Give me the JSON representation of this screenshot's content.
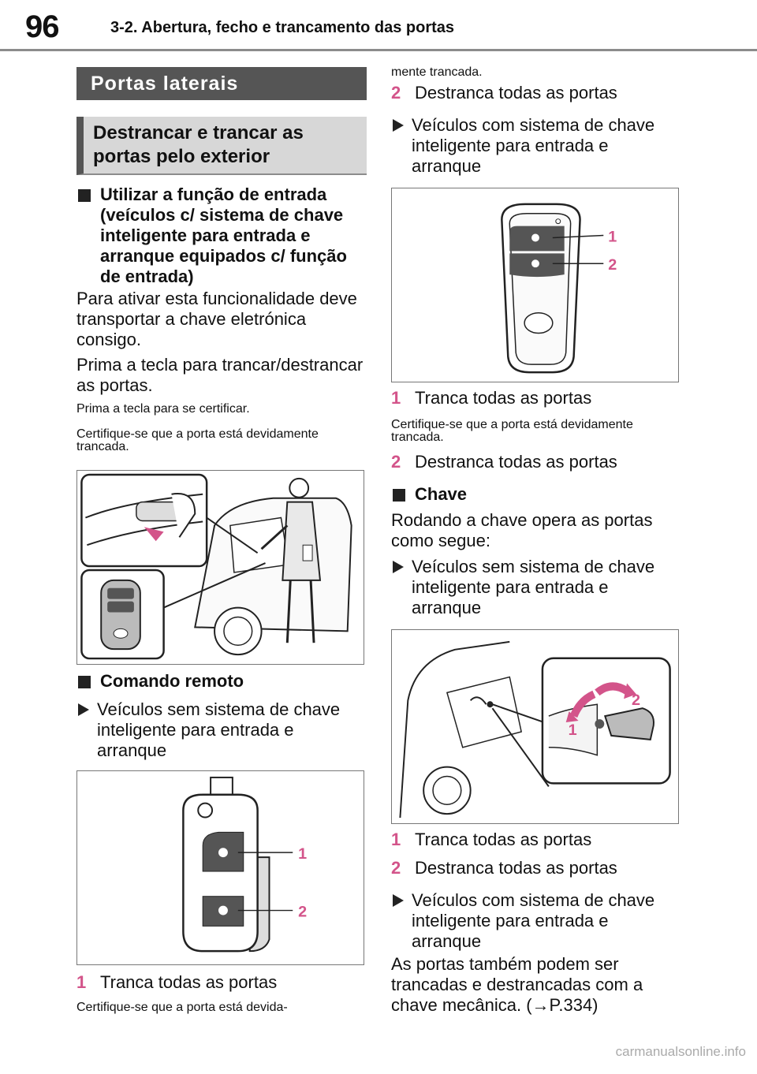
{
  "header": {
    "page_number": "96",
    "title": "3-2. Abertura, fecho e trancamento das portas"
  },
  "left": {
    "section_title": "Portas laterais",
    "subsection_title": "Destrancar e trancar as portas pelo exterior",
    "entry_heading": "Utilizar a função de entrada (veículos c/ sistema de chave inteligente para entrada e arranque equipados c/ função de entrada)",
    "para1": "Para ativar esta funcionalidade deve transportar a chave eletrónica consigo.",
    "para2": "Prima a tecla para trancar/destrancar as portas.",
    "small1": "Prima a tecla para se certificar.",
    "small2": "Certifique-se que a porta está devidamente trancada.",
    "remote_heading": "Comando remoto",
    "bullet_no_smart": "Veículos sem sistema de chave inteligente para entrada e arranque",
    "item1": "Tranca todas as portas",
    "small3": "Certifique-se que a porta está devida-",
    "callout1": "1",
    "callout2": "2"
  },
  "right": {
    "small_cont": "mente trancada.",
    "item2": "Destranca todas as portas",
    "bullet_smart": "Veículos com sistema de chave inteligente para entrada e arranque",
    "item1b": "Tranca todas as portas",
    "small4": "Certifique-se que a porta está devidamente trancada.",
    "item2b": "Destranca todas as portas",
    "key_heading": "Chave",
    "key_para": "Rodando a chave opera as portas como segue:",
    "bullet_no_smart2": "Veículos sem sistema de chave inteligente para entrada e arranque",
    "item1c": "Tranca todas as portas",
    "item2c": "Destranca todas as portas",
    "bullet_smart2": "Veículos com sistema de chave inteligente para entrada e arranque",
    "final_para": "As portas também podem ser trancadas e destrancadas com a chave mecânica. (→P.334)",
    "num1": "1",
    "num2": "2",
    "callout1": "1",
    "callout2": "2"
  },
  "watermark": "carmanualsonline.info",
  "colors": {
    "accent": "#d3548a",
    "bar_dark": "#555555",
    "bar_light": "#d7d7d7"
  }
}
